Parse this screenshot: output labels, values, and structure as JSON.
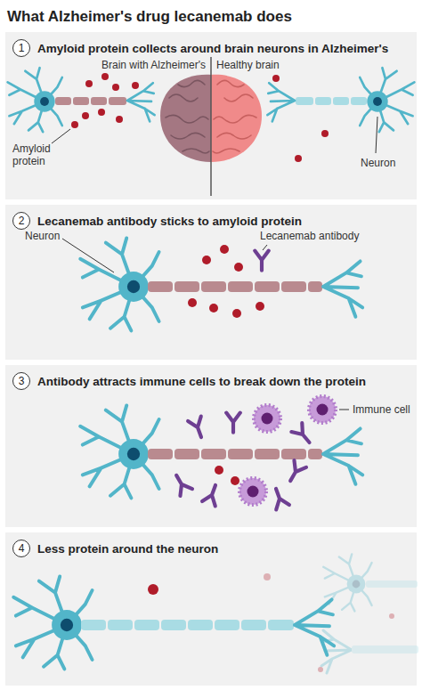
{
  "diagram": {
    "title": "What Alzheimer's drug lecanemab does",
    "nodes": [
      {
        "text": [
          "Amyloid protein collects around brain neurons in Alzheimer's"
        ]
      },
      {
        "text": [
          "1"
        ],
        "in": 0
      },
      {
        "text": [
          "Lecanemab antibody sticks to amyloid protein"
        ]
      },
      {
        "text": [
          "2"
        ],
        "in": 2
      },
      {
        "text": [
          "Antibody attracts immune cells to break down the protein"
        ]
      },
      {
        "text": [
          "3"
        ],
        "in": 4
      },
      {
        "text": [
          "Less protein around the neuron"
        ]
      },
      {
        "text": [
          "4"
        ],
        "in": 6
      }
    ],
    "labels": [
      "Brain with Alzheimer's",
      "Healthy brain",
      "Amyloid protein",
      "Neuron",
      "Neuron",
      "Lecanemab antibody",
      "Immune cell"
    ]
  }
}
